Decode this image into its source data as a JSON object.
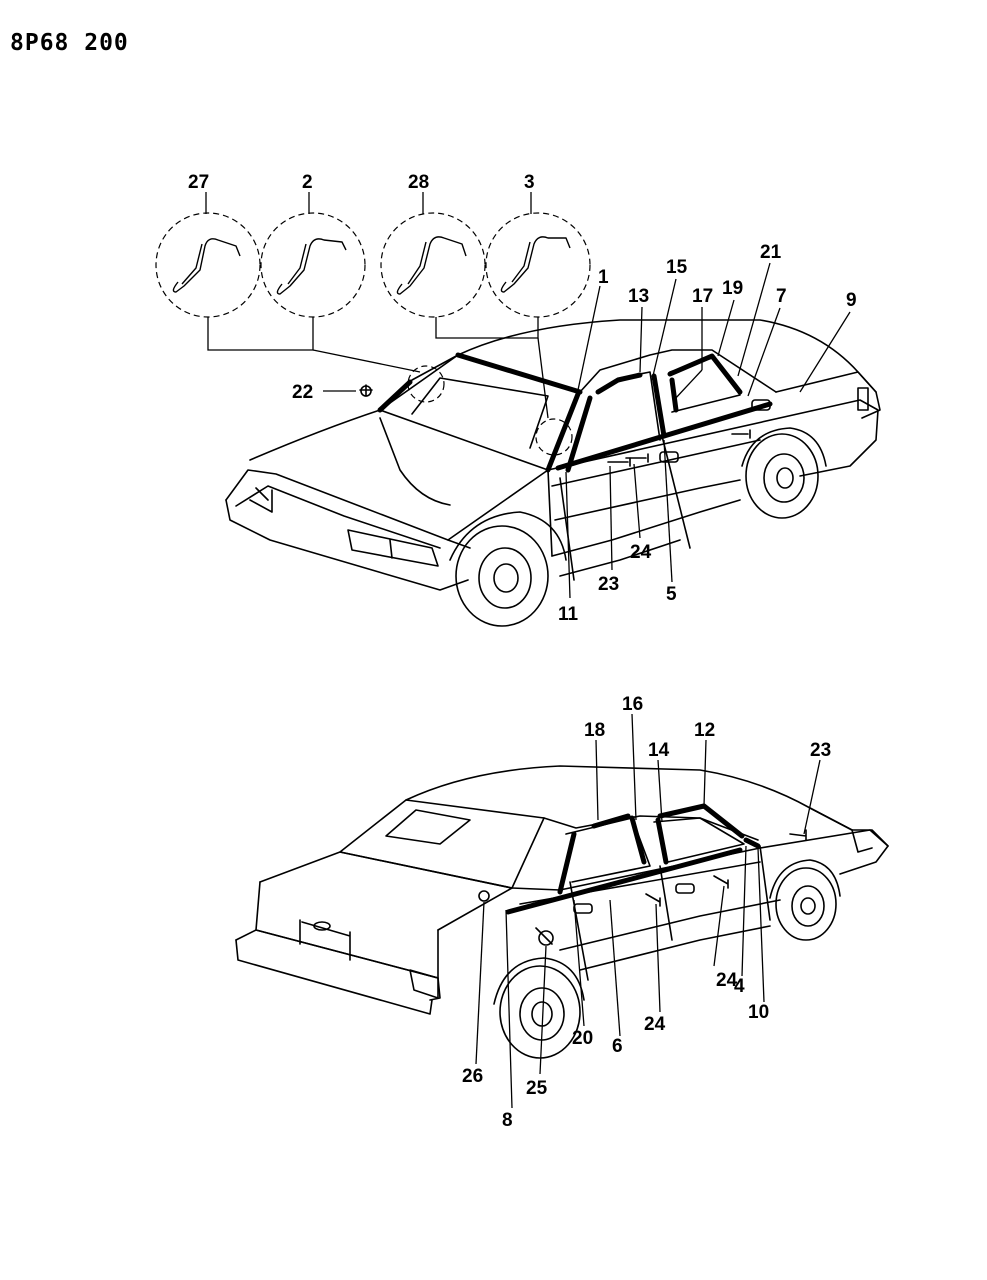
{
  "diagram": {
    "page_code": "8P68 200",
    "upper_view": {
      "callouts": [
        "27",
        "2",
        "28",
        "3",
        "1",
        "13",
        "15",
        "17",
        "19",
        "21",
        "7",
        "9",
        "22",
        "23",
        "24",
        "5",
        "11"
      ]
    },
    "lower_view": {
      "callouts": [
        "16",
        "18",
        "14",
        "12",
        "23",
        "24",
        "4",
        "10",
        "24",
        "6",
        "20",
        "25",
        "26",
        "8"
      ]
    }
  }
}
